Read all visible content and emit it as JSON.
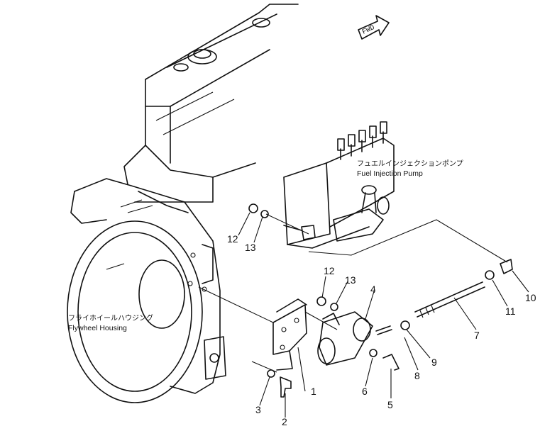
{
  "direction_marker": {
    "text": "FWD",
    "icon": "forward-arrow-icon"
  },
  "labels": {
    "fuel_pump_jp": "フュエルインジェクションポンプ",
    "fuel_pump_en": "Fuel Injection Pump",
    "flywheel_jp": "フライホイールハウジング",
    "flywheel_en": "Flywheel Housing"
  },
  "callouts": [
    "1",
    "2",
    "3",
    "4",
    "5",
    "6",
    "7",
    "8",
    "9",
    "10",
    "11",
    "12",
    "12",
    "13",
    "13"
  ]
}
